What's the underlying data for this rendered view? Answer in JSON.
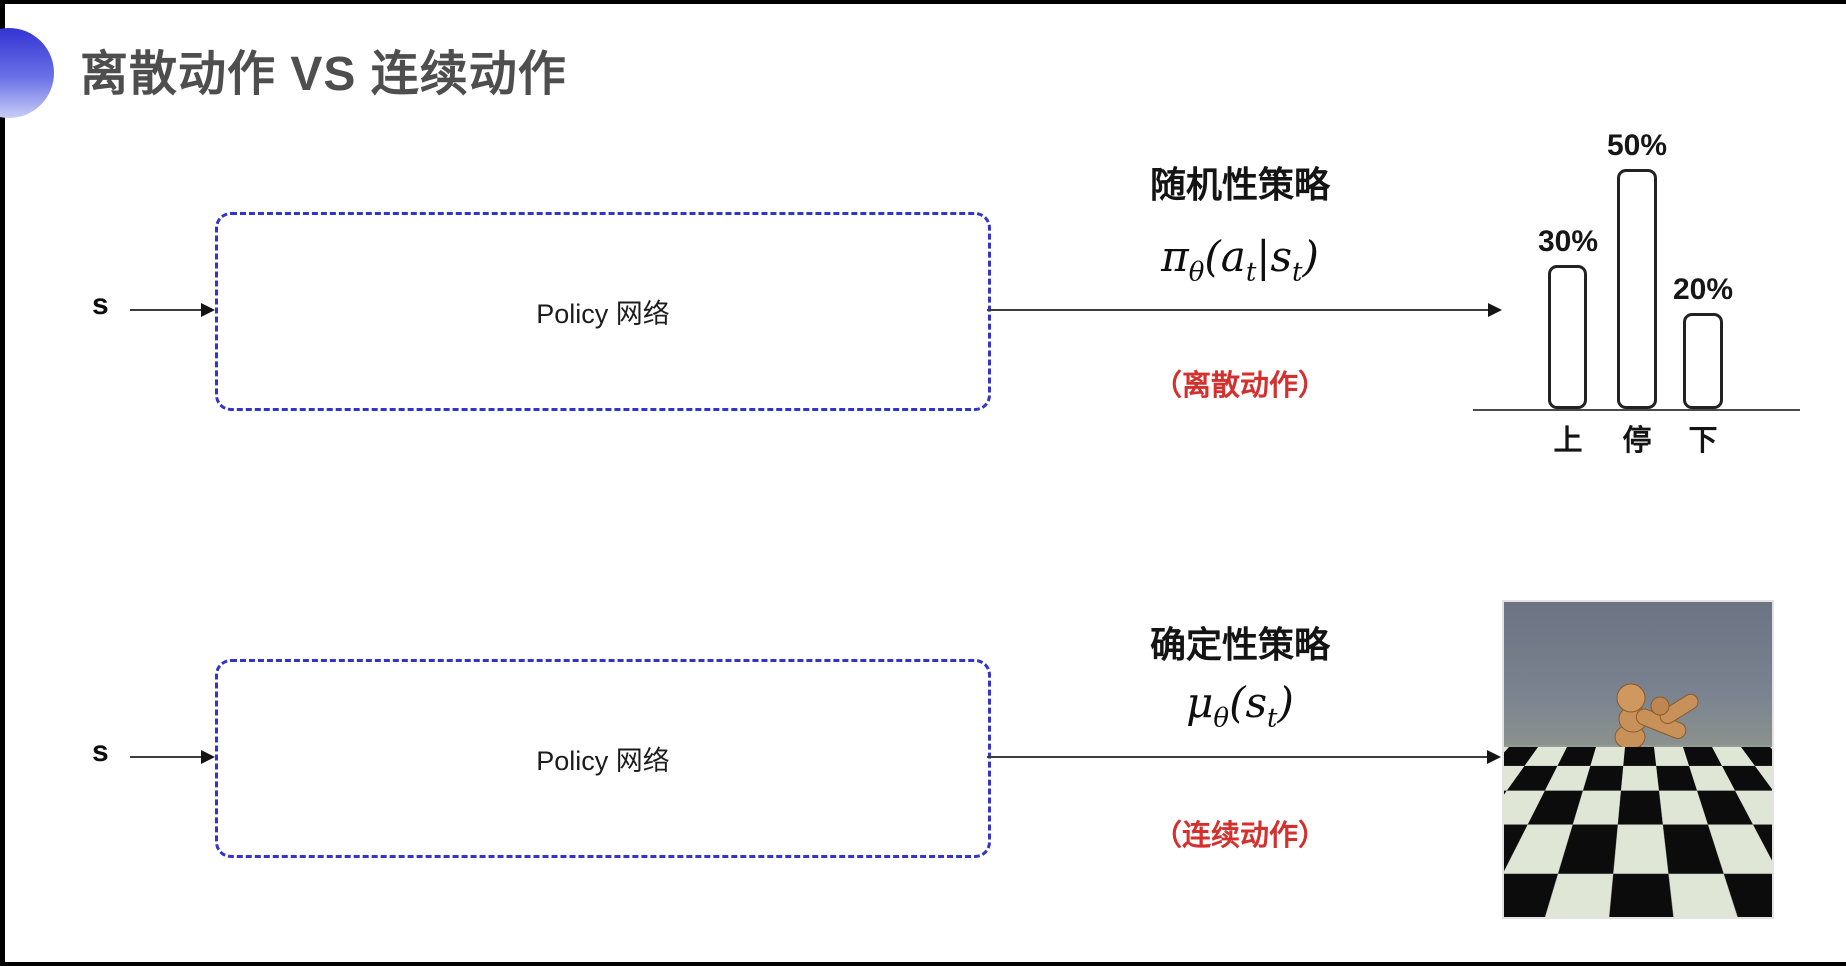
{
  "slide_title": "离散动作 VS 连续动作",
  "colors": {
    "deco_blue": "#3434d2",
    "dashed_box_blue": "#3434cb",
    "highlight_red": "#d4302e",
    "title_gray": "#4e4e4e",
    "checker_light": "#dfe6d6",
    "checker_dark": "#0c0c0c",
    "robot_tan": "#c9915a"
  },
  "top_flow": {
    "input_label": "s",
    "box_label": "Policy 网络",
    "policy_name": "随机性策略",
    "formula": {
      "f1": "π",
      "s1": "θ",
      "f2": "(a",
      "s2": "t",
      "f3": "|s",
      "s3": "t",
      "f4": ")"
    },
    "action_note": "（离散动作）"
  },
  "bottom_flow": {
    "input_label": "s",
    "box_label": "Policy 网络",
    "policy_name": "确定性策略",
    "formula": {
      "f1": "μ",
      "s1": "θ",
      "f2": "(s",
      "s2": "t",
      "f3": ")"
    },
    "action_note": "（连续动作）"
  },
  "chart_data": {
    "type": "bar",
    "title": "",
    "xlabel": "",
    "ylabel": "",
    "categories": [
      "上",
      "停",
      "下"
    ],
    "values": [
      30,
      50,
      20
    ],
    "value_labels": [
      "30%",
      "50%",
      "20%"
    ],
    "ylim": [
      0,
      55
    ],
    "grid": false,
    "legend": false,
    "bar_style": "outlined rounded rectangles, baseline axis only"
  },
  "sim_image": {
    "content": "humanoid-robot-on-checkerboard-floor"
  }
}
